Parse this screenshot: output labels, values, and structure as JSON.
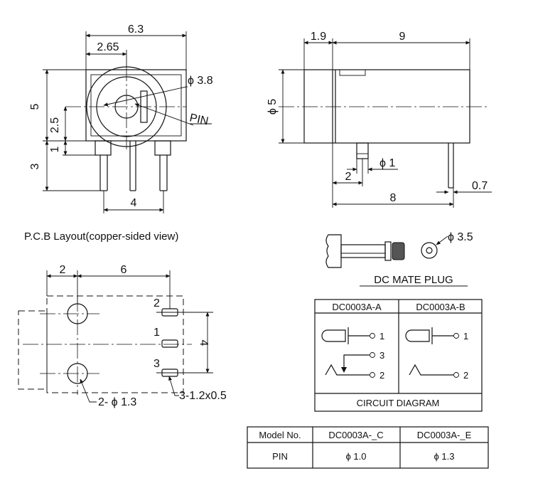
{
  "front_view": {
    "dim_width": "6.3",
    "dim_center_x": "2.65",
    "dim_diameter": "ϕ 3.8",
    "dim_height": "5",
    "dim_center_y": "2.5",
    "dim_step": "1",
    "dim_pin_len": "3",
    "dim_pin_pitch": "4",
    "pin_label": "PIN"
  },
  "side_view": {
    "dim_front": "1.9",
    "dim_body": "9",
    "dim_diameter": "ϕ 5",
    "dim_pin_dia": "ϕ 1",
    "dim_pin_offset": "2",
    "dim_rear_pin": "0.7",
    "dim_total": "8"
  },
  "pcb_layout": {
    "title": "P.C.B Layout(copper-sided view)",
    "dim_left": "2",
    "dim_span": "6",
    "dim_height": "4",
    "pad_numbers": [
      "2",
      "1",
      "3"
    ],
    "hole_label": "2- ϕ 1.3",
    "slot_label": "3-1.2x0.5"
  },
  "plug": {
    "dim_diameter": "ϕ 3.5",
    "caption": "DC MATE PLUG"
  },
  "circuit_table": {
    "headers": [
      "DC0003A-A",
      "DC0003A-B"
    ],
    "terminal_labels_a": [
      "1",
      "3",
      "2"
    ],
    "terminal_labels_b": [
      "1",
      "2"
    ],
    "footer": "CIRCUIT DIAGRAM"
  },
  "model_table": {
    "header": [
      "Model No.",
      "DC0003A-_C",
      "DC0003A-_E"
    ],
    "row": [
      "PIN",
      "ϕ 1.0",
      "ϕ 1.3"
    ]
  }
}
